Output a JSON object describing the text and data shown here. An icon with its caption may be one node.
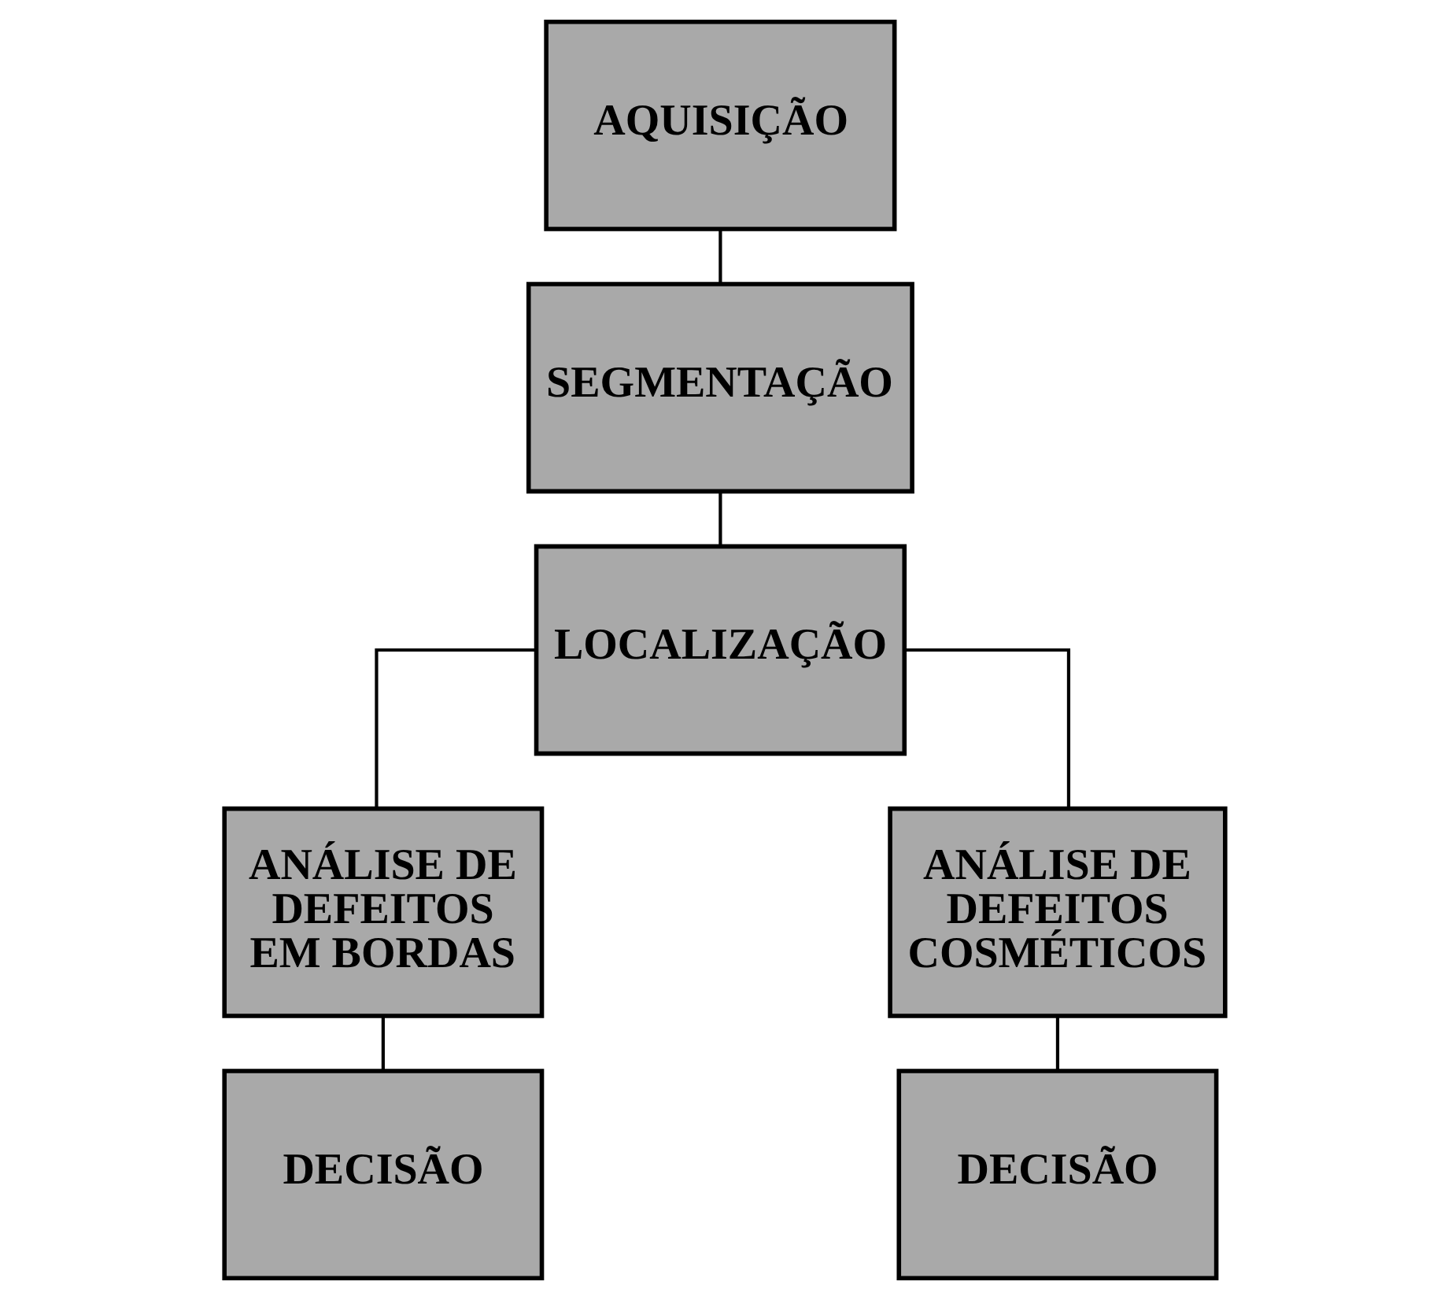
{
  "diagram": {
    "nodes": [
      {
        "text": [
          "AQUISIÇÃO"
        ]
      },
      {
        "text": [
          "SEGMENTAÇÃO"
        ]
      },
      {
        "text": [
          "LOCALIZAÇÃO"
        ]
      },
      {
        "text": [
          "ANÁLISE DE DEFEITOS EM BORDAS"
        ]
      },
      {
        "text": [
          "ANÁLISE DE DEFEITOS COSMÉTICOS"
        ]
      },
      {
        "text": [
          "DECISÃO"
        ]
      },
      {
        "text": [
          "DECISÃO"
        ]
      }
    ],
    "edges": [
      {
        "from": 0,
        "to": 1,
        "arrow": "none"
      },
      {
        "from": 1,
        "to": 2,
        "arrow": "none"
      },
      {
        "from": 2,
        "to": 3,
        "arrow": "none"
      },
      {
        "from": 2,
        "to": 4,
        "arrow": "none"
      },
      {
        "from": 3,
        "to": 5,
        "arrow": "none"
      },
      {
        "from": 4,
        "to": 6,
        "arrow": "none"
      }
    ]
  }
}
